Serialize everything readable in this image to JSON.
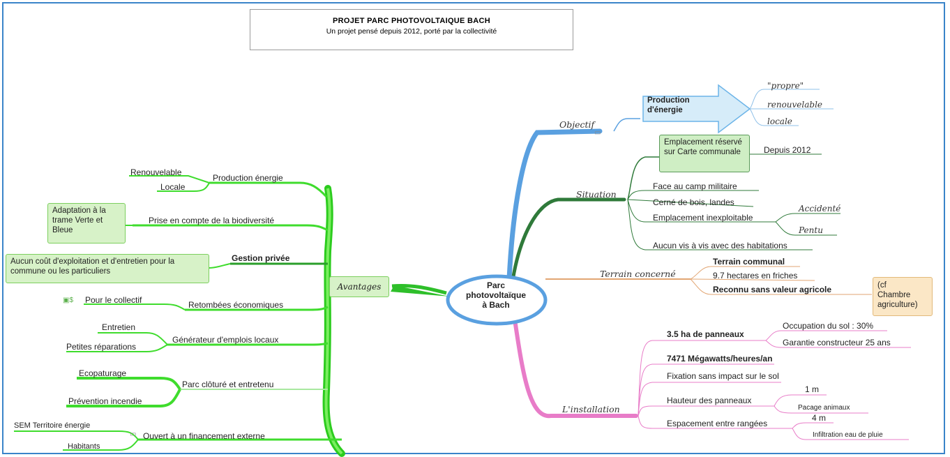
{
  "title": {
    "main": "PROJET PARC PHOTOVOLTAIQUE BACH",
    "subtitle": "Un projet pensé depuis 2012, porté par la collectivité"
  },
  "center": {
    "line1": "Parc",
    "line2": "photovoltaïque",
    "line3": "à Bach"
  },
  "colors": {
    "blue": "#5aa0e0",
    "darkgreen": "#2f7a3a",
    "orange": "#e2a673",
    "pink": "#e87cc8",
    "green": "#48d832",
    "frame": "#3a84c9"
  },
  "objectif": {
    "label": "Objectif",
    "node": "Production d'énergie",
    "items": [
      "\"propre\"",
      "renouvelable",
      "locale"
    ]
  },
  "situation": {
    "label": "Situation",
    "reserve": "Emplacement réservé sur Carte communale",
    "depuis": "Depuis 2012",
    "items": [
      "Face au camp militaire",
      "Cerné de bois, landes",
      "Emplacement inexploitable",
      "Aucun vis à vis avec des habitations"
    ],
    "inexploitable_sub": [
      "Accidenté",
      "Pentu"
    ]
  },
  "terrain": {
    "label": "Terrain concerné",
    "items": [
      "Terrain communal",
      "9.7 hectares en friches",
      "Reconnu sans valeur agricole"
    ],
    "note": [
      "(cf",
      "Chambre",
      "agriculture)"
    ]
  },
  "installation": {
    "label": "L'installation",
    "panneaux": "3.5 ha de panneaux",
    "panneaux_sub": [
      "Occupation du sol : 30%",
      "Garantie constructeur 25 ans"
    ],
    "mw": "7471 Mégawatts/heures/an",
    "fixation": "Fixation sans impact sur le sol",
    "hauteur": "Hauteur des panneaux",
    "hauteur_sub": [
      "1 m",
      "Pacage animaux"
    ],
    "espacement": "Espacement entre rangées",
    "espacement_sub": [
      "4 m",
      "Infiltration eau de pluie"
    ]
  },
  "avantages": {
    "label": "Avantages",
    "production": "Production énergie",
    "production_sub": [
      "Renouvelable",
      "Locale"
    ],
    "biodiversite": "Prise en compte de la biodiversité",
    "biodiversite_box": "Adaptation à la trame Verte et Bleue",
    "gestion": "Gestion privée",
    "gestion_box": "Aucun coût d'exploitation et d'entretien pour la commune ou les particuliers",
    "retombees": "Retombées économiques",
    "retombees_sub": "Pour le collectif",
    "emplois": "Générateur d'emplois locaux",
    "emplois_sub": [
      "Entretien",
      "Petites réparations"
    ],
    "parc": "Parc clôturé et entretenu",
    "parc_sub": [
      "Ecopaturage",
      "Prévention incendie"
    ],
    "financement": "Ouvert à un financement externe",
    "financement_sub": [
      "SEM Territoire énergie",
      "Habitants"
    ]
  }
}
